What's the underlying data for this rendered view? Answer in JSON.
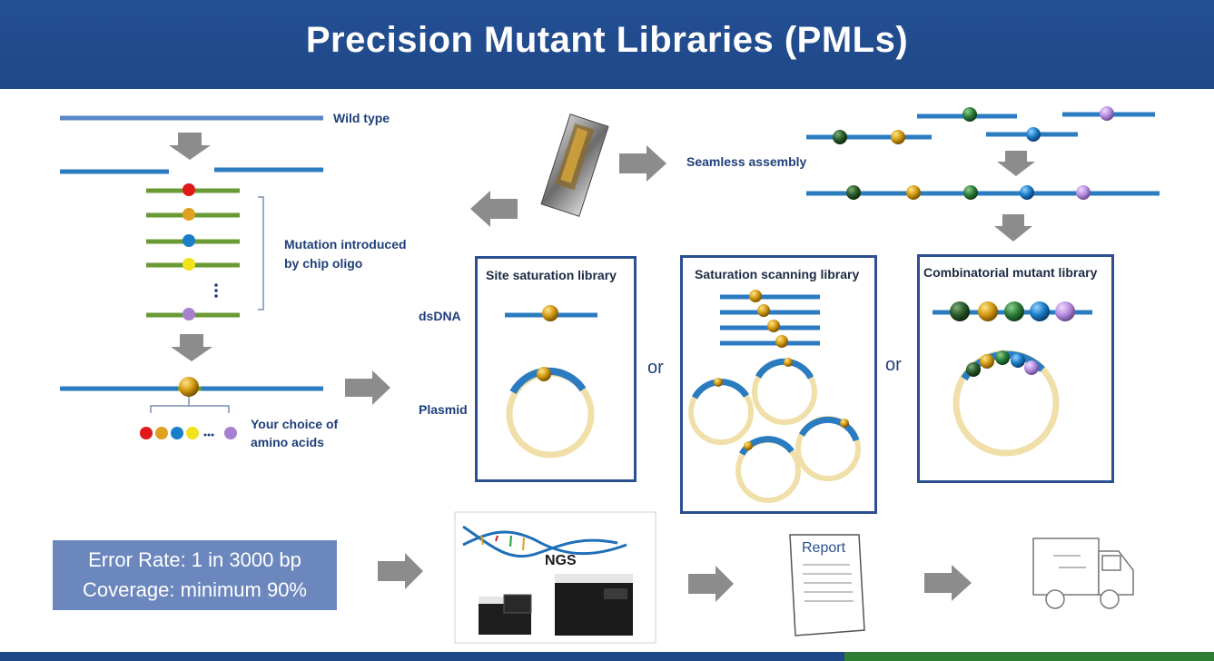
{
  "title": "Precision Mutant Libraries (PMLs)",
  "labels": {
    "wild_type": "Wild type",
    "mutation_line1": "Mutation introduced",
    "mutation_line2": "by chip oligo",
    "choice_line1": "Your choice of",
    "choice_line2": "amino acids",
    "seamless": "Seamless assembly",
    "dsdna": "dsDNA",
    "plasmid": "Plasmid",
    "or": "or"
  },
  "libraries": [
    {
      "title": "Site saturation library"
    },
    {
      "title": "Saturation scanning library"
    },
    {
      "title": "Combinatorial mutant library"
    }
  ],
  "error_box": {
    "line1": "Error Rate: 1 in 3000 bp",
    "line2": "Coverage: minimum 90%"
  },
  "ngs_label": "NGS",
  "report_label": "Report",
  "colors": {
    "header": "#234f94",
    "dna": "#2b7bc0",
    "oligo": "#6a9a35",
    "box_border": "#2b4f8f",
    "arrow": "#8c8c8c",
    "plasmid": "#f0dfa8",
    "bead_red": "#e01818",
    "bead_orange": "#e0a020",
    "bead_blue": "#1a7fc8",
    "bead_yellow": "#f2e21a",
    "bead_purple": "#a880d0",
    "bead_green": "#2e7d3a"
  },
  "icons": [
    "down-arrow-icon",
    "right-arrow-icon",
    "left-arrow-icon",
    "chip-icon",
    "dna-helix-icon",
    "sequencer-icon",
    "report-icon",
    "truck-icon"
  ]
}
